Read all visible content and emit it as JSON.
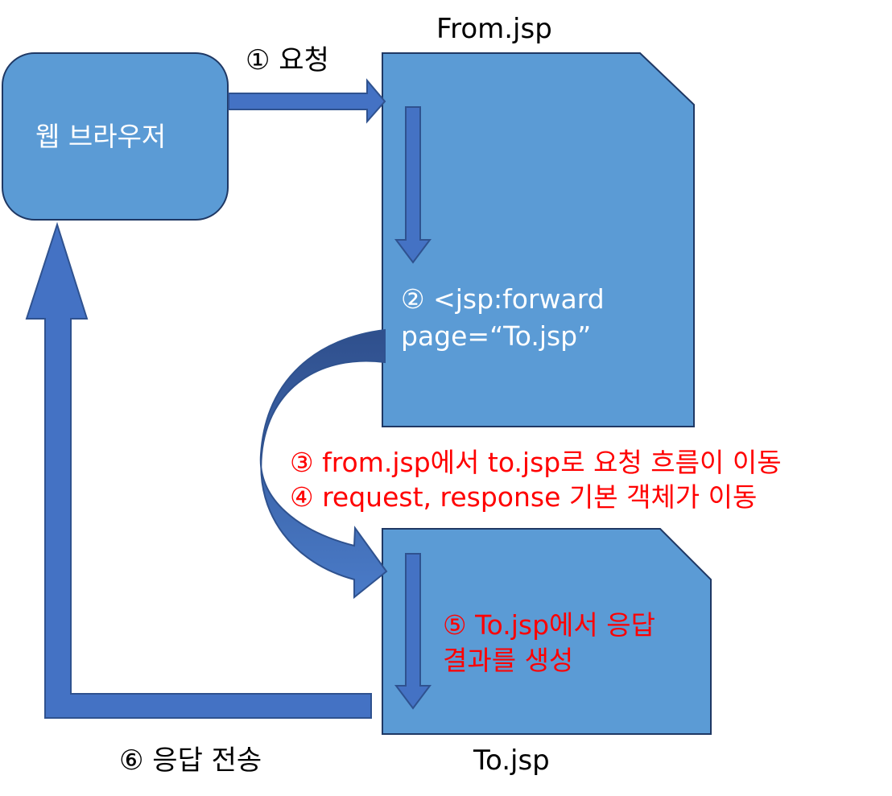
{
  "colors": {
    "box_fill": "#5b9bd5",
    "box_stroke": "#1f3864",
    "arrow_fill": "#4472c4",
    "arrow_stroke": "#2f528f",
    "curve_dark": "#2f4f8c",
    "curve_light": "#4a7bc8",
    "highlight_text": "#ff0000"
  },
  "browser": {
    "label": "웹 브라우저"
  },
  "from_page": {
    "title": "From.jsp",
    "line1": "② <jsp:forward",
    "line2": "page=“To.jsp”"
  },
  "to_page": {
    "title": "To.jsp",
    "line1": "⑤ To.jsp에서 응답",
    "line2": "결과를 생성"
  },
  "steps": {
    "request": "① 요청",
    "flow_move": "③ from.jsp에서 to.jsp로 요청 흐름이 이동",
    "objects_move": "④ request, response 기본 객체가 이동",
    "response_send": "⑥ 응답 전송"
  }
}
